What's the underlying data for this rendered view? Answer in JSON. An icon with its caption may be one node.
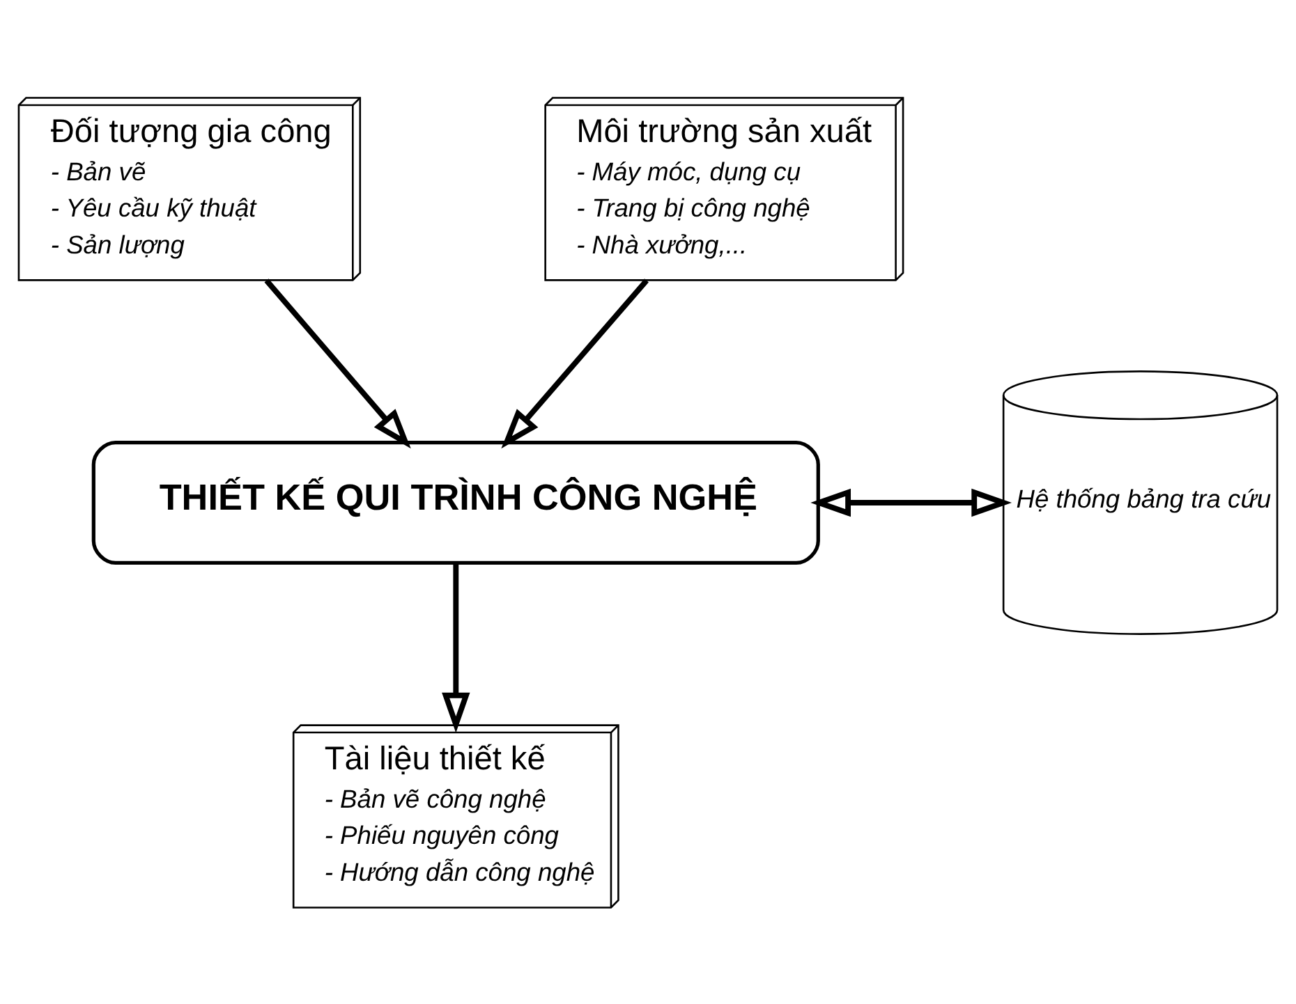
{
  "diagram": {
    "nodes": [
      {
        "text": [
          "Đối tượng gia công",
          "- Bản vẽ",
          "- Yêu cầu kỹ thuật",
          "- Sản lượng"
        ]
      },
      {
        "text": [
          "Môi trường sản xuất",
          "- Máy móc, dụng cụ",
          "- Trang bị công nghệ",
          "- Nhà xưởng,..."
        ]
      },
      {
        "text": [
          "THIẾT KẾ QUI TRÌNH CÔNG NGHỆ"
        ]
      },
      {
        "text": [
          "Hệ thống bảng tra cứu"
        ]
      },
      {
        "text": [
          "Tài liệu thiết kế",
          "- Bản vẽ công nghệ",
          "- Phiếu nguyên công",
          "- Hướng dẫn công nghệ"
        ]
      }
    ],
    "edges": [
      {
        "from": 0,
        "to": 2,
        "arrow": "to"
      },
      {
        "from": 1,
        "to": 2,
        "arrow": "to"
      },
      {
        "from": 2,
        "to": 3,
        "arrow": "both"
      },
      {
        "from": 2,
        "to": 4,
        "arrow": "to"
      }
    ]
  }
}
